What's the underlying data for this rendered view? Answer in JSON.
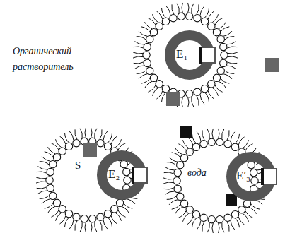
{
  "diagram": {
    "nodes": [
      {
        "text": [
          "E₁"
        ]
      },
      {
        "text": [
          "E₂"
        ]
      },
      {
        "text": [
          "вода"
        ]
      },
      {
        "text": [
          "E′₃"
        ],
        "in": 2
      }
    ],
    "labels": [
      "Органический растворитель",
      "S"
    ]
  }
}
